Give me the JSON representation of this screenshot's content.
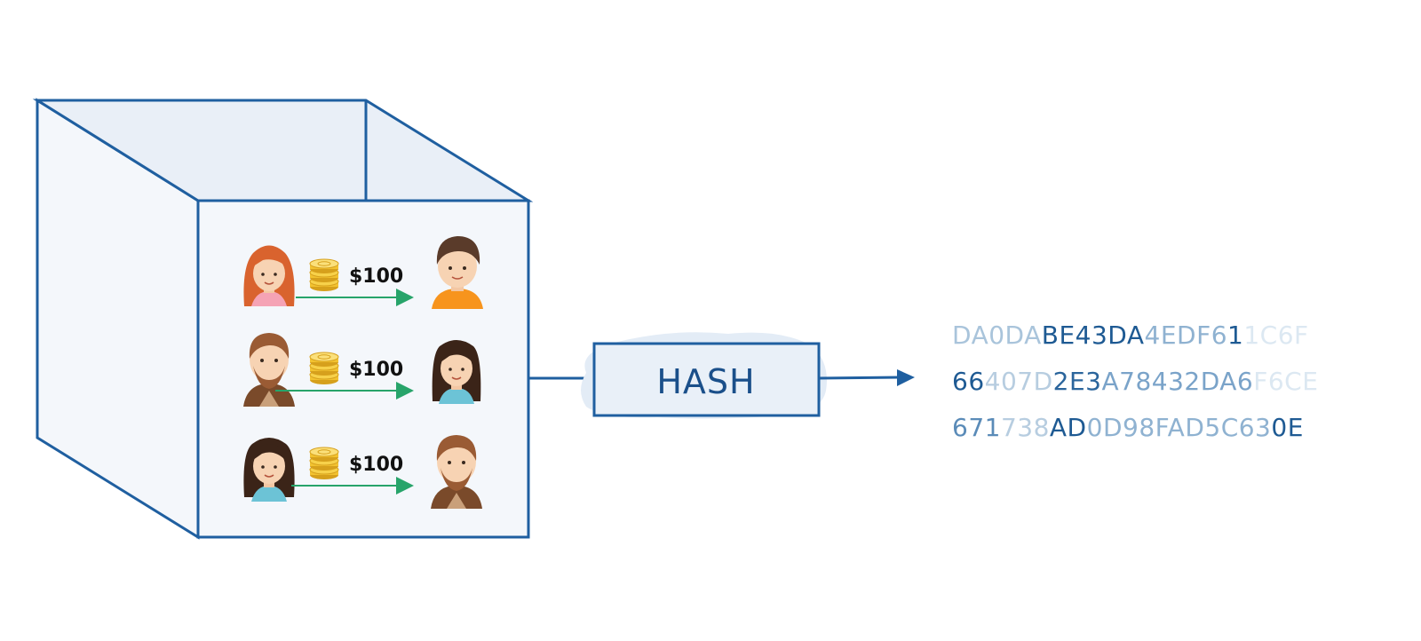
{
  "transactions": [
    {
      "sender": "red-haired-woman",
      "amount": "$100",
      "receiver": "young-man"
    },
    {
      "sender": "bearded-man",
      "amount": "$100",
      "receiver": "dark-haired-woman"
    },
    {
      "sender": "dark-haired-woman",
      "amount": "$100",
      "receiver": "bearded-man"
    }
  ],
  "hash_box": {
    "label": "HASH"
  },
  "hash_output": {
    "lines": [
      [
        {
          "t": "DA0DA",
          "c": "#a9c4db"
        },
        {
          "t": "BE43DA",
          "c": "#1e5a93"
        },
        {
          "t": "4EDF6",
          "c": "#8fb2d1"
        },
        {
          "t": "1",
          "c": "#1e5a93"
        },
        {
          "t": "1C6F",
          "c": "#dce8f2"
        }
      ],
      [
        {
          "t": "66",
          "c": "#1e5a93"
        },
        {
          "t": "407D",
          "c": "#b7cde0"
        },
        {
          "t": "2E3",
          "c": "#2b659c"
        },
        {
          "t": "A78432DA6",
          "c": "#7aa3c9"
        },
        {
          "t": "F6CE",
          "c": "#dce8f2"
        }
      ],
      [
        {
          "t": "671",
          "c": "#5a8bb8"
        },
        {
          "t": "738",
          "c": "#b7cde0"
        },
        {
          "t": "AD",
          "c": "#1e5a93"
        },
        {
          "t": "0D98FAD5C63",
          "c": "#8fb2d1"
        },
        {
          "t": "0E",
          "c": "#1e5a93"
        }
      ]
    ]
  },
  "colors": {
    "outline": "#1f5fa0",
    "box_fill": "#f4f7fb",
    "top_fill": "#e9eff7",
    "arrow_green": "#27a46a",
    "coin": "#f2c230",
    "coin_dark": "#d6a01c"
  }
}
